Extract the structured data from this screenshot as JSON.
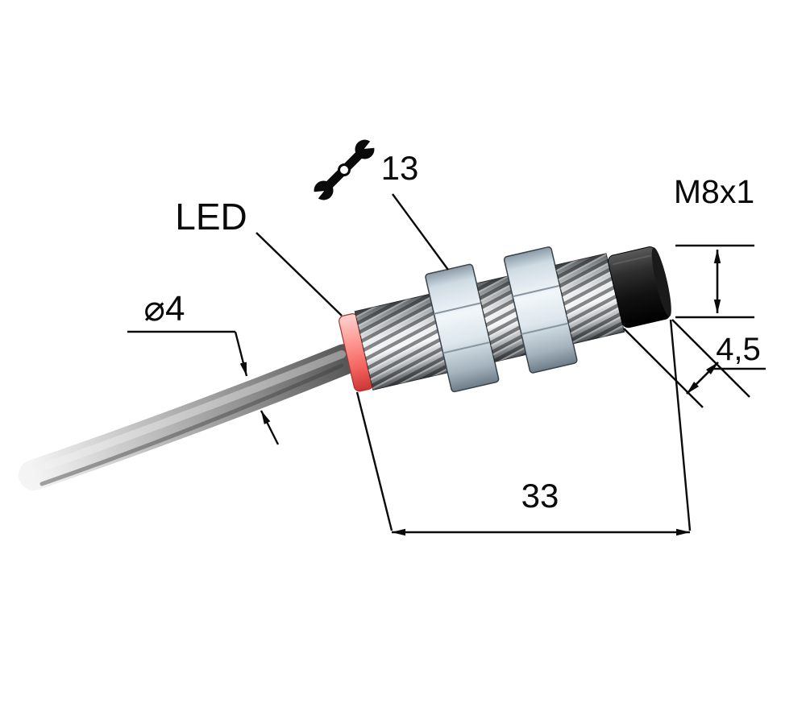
{
  "drawing": {
    "title": "Threaded cylindrical sensor dimension drawing",
    "labels": {
      "led": "LED",
      "cable_diameter": "⌀4",
      "wrench_size": "13",
      "thread_spec": "M8x1",
      "tip_length": "4,5",
      "body_length": "33"
    },
    "colors": {
      "line": "#0a0a0a",
      "background": "#ffffff",
      "led_ring": "#f4635f",
      "cable_light": "#e9e9e9",
      "cable_dark": "#5f5f5f",
      "metal_light": "#f4f6f7",
      "metal_dark": "#63686c",
      "nut_face": "#dde7ed",
      "tip_black": "#111111"
    }
  }
}
